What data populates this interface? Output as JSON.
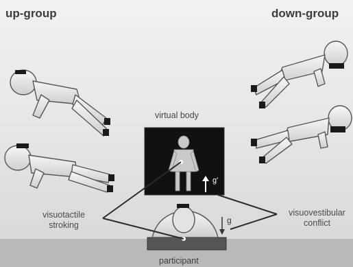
{
  "labels": {
    "up_group": "up-group",
    "down_group": "down-group",
    "virtual_body": "virtual body",
    "visuotactile_line1": "visuotactile",
    "visuotactile_line2": "stroking",
    "visuovestibular_line1": "visuovestibular",
    "visuovestibular_line2": "conflict",
    "participant": "participant",
    "gravity_virtual": "g'",
    "gravity_real": "g"
  },
  "colors": {
    "body_fill": "#e9e9e9",
    "body_stroke": "#555555",
    "screen": "#111111",
    "floor": "#b9b9b9"
  }
}
